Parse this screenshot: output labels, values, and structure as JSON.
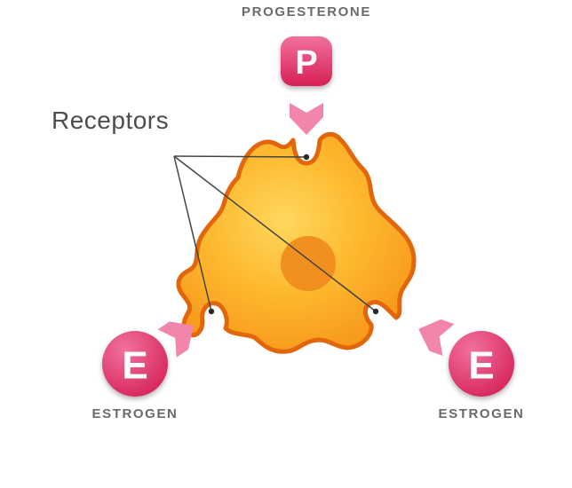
{
  "diagram": {
    "receptors_label": "Receptors",
    "hormones": {
      "progesterone": {
        "letter": "P",
        "label": "PROGESTERONE"
      },
      "estrogen_left": {
        "letter": "E",
        "label": "ESTROGEN"
      },
      "estrogen_right": {
        "letter": "E",
        "label": "ESTROGEN"
      }
    },
    "colors": {
      "hormone_pink_light": "#f2719c",
      "hormone_pink_dark": "#d61f55",
      "arrow_pink": "#f285ab",
      "cell_outline": "#e2660c",
      "cell_fill_light": "#ffd75e",
      "cell_fill_mid": "#fdbb31",
      "cell_fill_dark": "#f79418",
      "nucleus_orange": "#f0891d",
      "pointer_line": "#444444",
      "label_gray": "#6a6a6a"
    }
  }
}
